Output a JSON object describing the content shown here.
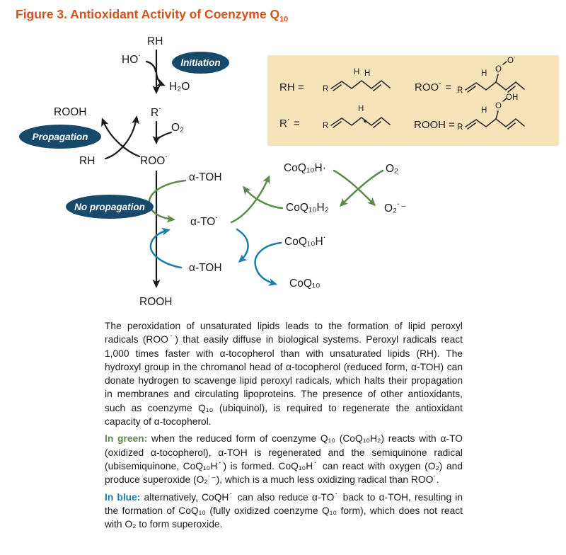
{
  "title": {
    "text": "Figure 3. Antioxidant Activity of Coenzyme Q",
    "subscript": "10"
  },
  "colors": {
    "accent_orange": "#d4531d",
    "badge_navy": "#17496b",
    "arrow_green": "#5d8a49",
    "arrow_blue": "#1b7ca9",
    "arrow_black": "#1a1a1a",
    "legend_background": "#f7e3ba"
  },
  "diagram": {
    "labels": {
      "rh_top": "RH",
      "ho_radical": "HO˙",
      "h2o": "H₂O",
      "r_radical": "R˙",
      "o2": "O₂",
      "rooh_left": "ROOH",
      "rh_left": "RH",
      "roo_radical": "ROO˙",
      "atoh_upper": "α-TOH",
      "ato_radical": "α-TO˙",
      "atoh_lower": "α-TOH",
      "rooh_bottom": "ROOH",
      "coq10h_semiquinone": "CoQ₁₀H·",
      "o2_right": "O₂",
      "coq10h2": "CoQ₁₀H₂",
      "superoxide": "O₂˙⁻",
      "coq10h_blue": "CoQ₁₀H˙",
      "coq10": "CoQ₁₀"
    },
    "badges": {
      "initiation": "Initiation",
      "propagation": "Propagation",
      "no_propagation": "No propagation"
    }
  },
  "legend": {
    "rh_eq": "RH =",
    "roo_eq": "ROO˙ =",
    "r_eq": "R˙ =",
    "rooh_eq": "ROOH =",
    "r": "R",
    "h": "H",
    "o": "O",
    "o_radical": "O˙",
    "oh": "OH"
  },
  "description": {
    "para1": "The peroxidation of unsaturated lipids leads to the formation of lipid peroxyl radicals (ROO˙) that easily diffuse in biological systems. Peroxyl radicals react 1,000 times faster with α-tocopherol than with unsaturated lipids (RH). The hydroxyl group in the chromanol head of α-tocopherol (reduced form, α-TOH) can donate hydrogen to scavenge lipid peroxyl radicals, which halts their propagation in membranes and circulating lipoproteins. The presence of other antioxidants, such as coenzyme Q₁₀ (ubiquinol), is required to regenerate the antioxidant capacity of α-tocopherol.",
    "green_label": "In green:",
    "green_text": " when the reduced form of coenzyme Q₁₀ (CoQ₁₀H₂) reacts with α-TO (oxidized α-tocopherol), α-TOH is regenerated and the semiquinone radical (ubisemiquinone, CoQ₁₀H˙) is formed. CoQ₁₀H˙ can react with oxygen (O₂) and produce superoxide (O₂˙⁻), which is a much less oxidizing radical than ROO˙.",
    "blue_label": "In blue:",
    "blue_text": " alternatively, CoQH˙ can also reduce α-TO˙ back to α-TOH, resulting in the formation of CoQ₁₀ (fully oxidized coenzyme Q₁₀ form), which does not react with O₂ to form superoxide."
  }
}
